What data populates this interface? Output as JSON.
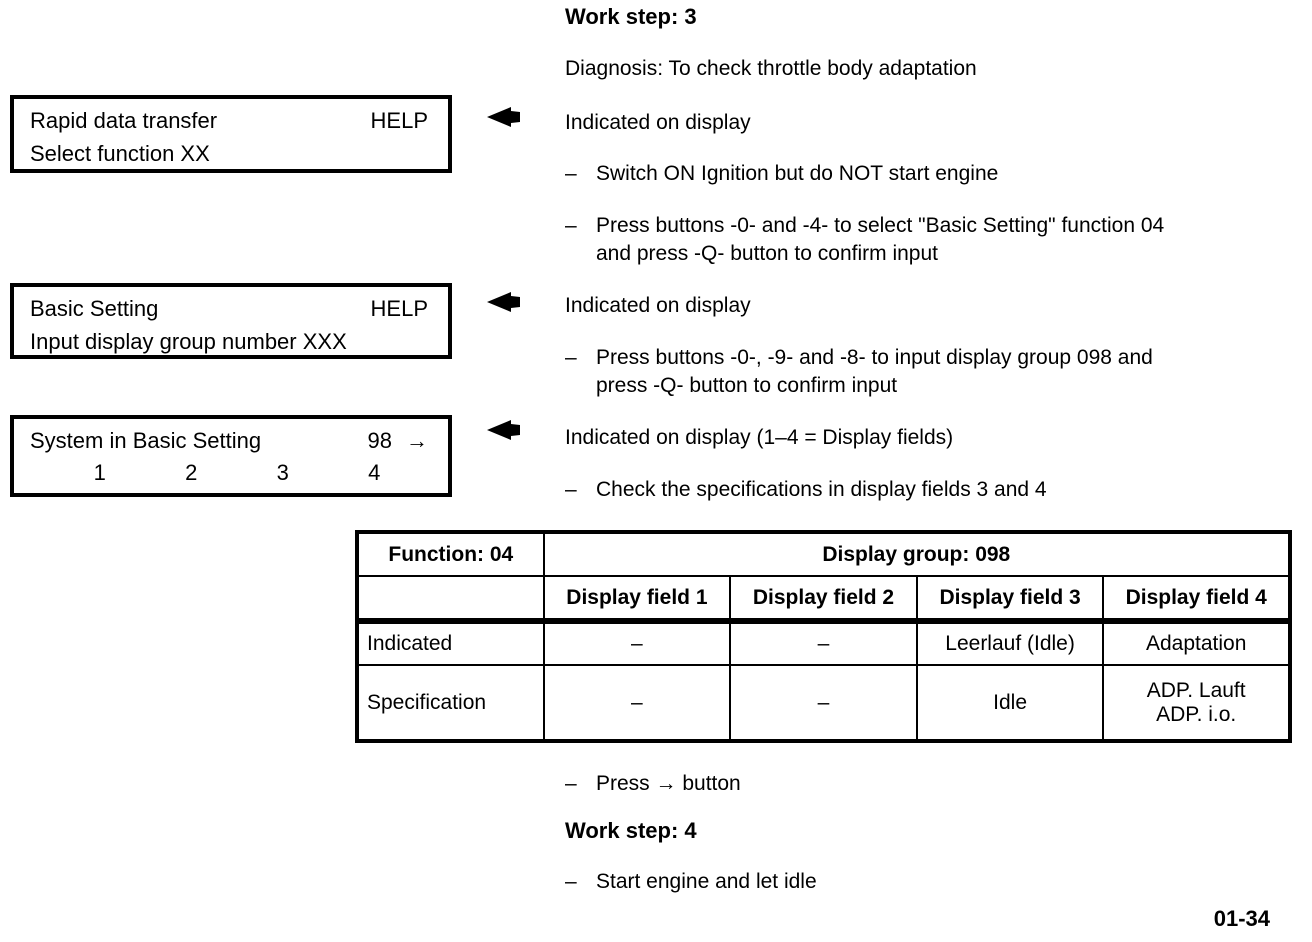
{
  "ui": {
    "dash": "–"
  },
  "intro": {
    "work_step": "Work step: 3",
    "diagnosis": "Diagnosis: To check throttle body adaptation"
  },
  "display_box_1": {
    "title": "Rapid data transfer",
    "right": "HELP",
    "line2": "Select function XX"
  },
  "section_1": {
    "indicated": "Indicated on display",
    "bullets": [
      "Switch ON Ignition but do NOT start engine",
      "Press buttons -0- and -4- to select \"Basic Setting\" function 04\nand press -Q- button to confirm input"
    ]
  },
  "display_box_2": {
    "title": "Basic Setting",
    "right": "HELP",
    "line2": "Input display group number XXX"
  },
  "section_2": {
    "indicated": "Indicated on display",
    "bullets": [
      "Press buttons -0-, -9- and -8- to input display group 098 and\npress -Q- button to confirm input"
    ]
  },
  "display_box_3": {
    "title": "System in Basic Setting",
    "value": "98",
    "arrow": "→",
    "fields": [
      "1",
      "2",
      "3",
      "4"
    ]
  },
  "section_3": {
    "indicated": "Indicated on display (1–4 = Display fields)",
    "bullets": [
      "Check the specifications in display fields 3 and 4"
    ]
  },
  "table": {
    "function_header": "Function: 04",
    "group_header": "Display group: 098",
    "field_headers": [
      "Display field 1",
      "Display field 2",
      "Display field 3",
      "Display field 4"
    ],
    "row_indicated": {
      "label": "Indicated",
      "field1": "–",
      "field2": "–",
      "field3": "Leerlauf (Idle)",
      "field4": "Adaptation"
    },
    "row_specification": {
      "label": "Specification",
      "field1": "–",
      "field2": "–",
      "field3": "Idle",
      "field4": "ADP. Lauft\nADP. i.o."
    }
  },
  "outro": {
    "press_button": "Press → button",
    "work_step": "Work step: 4",
    "start_engine": "Start engine and let idle",
    "page_number": "01-34"
  }
}
